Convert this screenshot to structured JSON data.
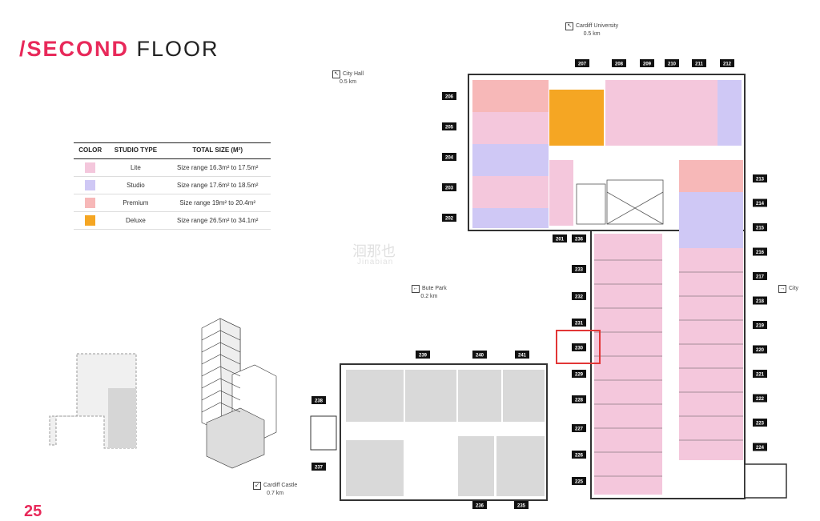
{
  "header": {
    "title_prefix": "/SECOND",
    "title_suffix": "FLOOR"
  },
  "page_number": "25",
  "legend": {
    "headers": [
      "COLOR",
      "STUDIO TYPE",
      "TOTAL SIZE (M²)"
    ],
    "rows": [
      {
        "color": "#f4c7dc",
        "type": "Lite",
        "size": "Size range 16.3m² to 17.5m²"
      },
      {
        "color": "#cfc8f5",
        "type": "Studio",
        "size": "Size range 17.6m² to 18.5m²"
      },
      {
        "color": "#f7b8b8",
        "type": "Premium",
        "size": "Size range 19m² to 20.4m²"
      },
      {
        "color": "#f5a623",
        "type": "Deluxe",
        "size": "Size range 26.5m² to 34.1m²"
      }
    ]
  },
  "directions": [
    {
      "id": "cardiff-university",
      "name": "Cardiff University",
      "distance": "0.5 km",
      "arrow": "↖"
    },
    {
      "id": "city-hall",
      "name": "City Hall",
      "distance": "0.5 km",
      "arrow": "↖"
    },
    {
      "id": "bute-park",
      "name": "Bute Park",
      "distance": "0.2 km",
      "arrow": "←"
    },
    {
      "id": "city",
      "name": "City",
      "distance": "",
      "arrow": "→"
    },
    {
      "id": "cardiff-castle",
      "name": "Cardiff Castle",
      "distance": "0.7 km",
      "arrow": "↙"
    }
  ],
  "units": {
    "top_row": [
      "207",
      "208",
      "209",
      "210",
      "211",
      "212"
    ],
    "left_col": [
      "206",
      "205",
      "204",
      "203",
      "202"
    ],
    "lower_left": [
      "201",
      "236",
      "233",
      "232",
      "231",
      "230",
      "229",
      "228",
      "227",
      "226",
      "225"
    ],
    "right_col": [
      "213",
      "214",
      "215",
      "216",
      "217",
      "218",
      "219",
      "220",
      "221",
      "222",
      "223",
      "224"
    ],
    "bottom_left_top": [
      "239",
      "240",
      "241"
    ],
    "bottom_left_side": [
      "238",
      "237"
    ],
    "bottom_row": [
      "236",
      "235"
    ]
  },
  "watermark": {
    "cn": "洄那也",
    "en": "Jinabian"
  },
  "colors": {
    "lite": "#f4c7dc",
    "studio": "#cfc8f5",
    "premium": "#f7b8b8",
    "deluxe": "#f5a623",
    "common": "#d9d9d9",
    "accent": "#e8295a"
  }
}
